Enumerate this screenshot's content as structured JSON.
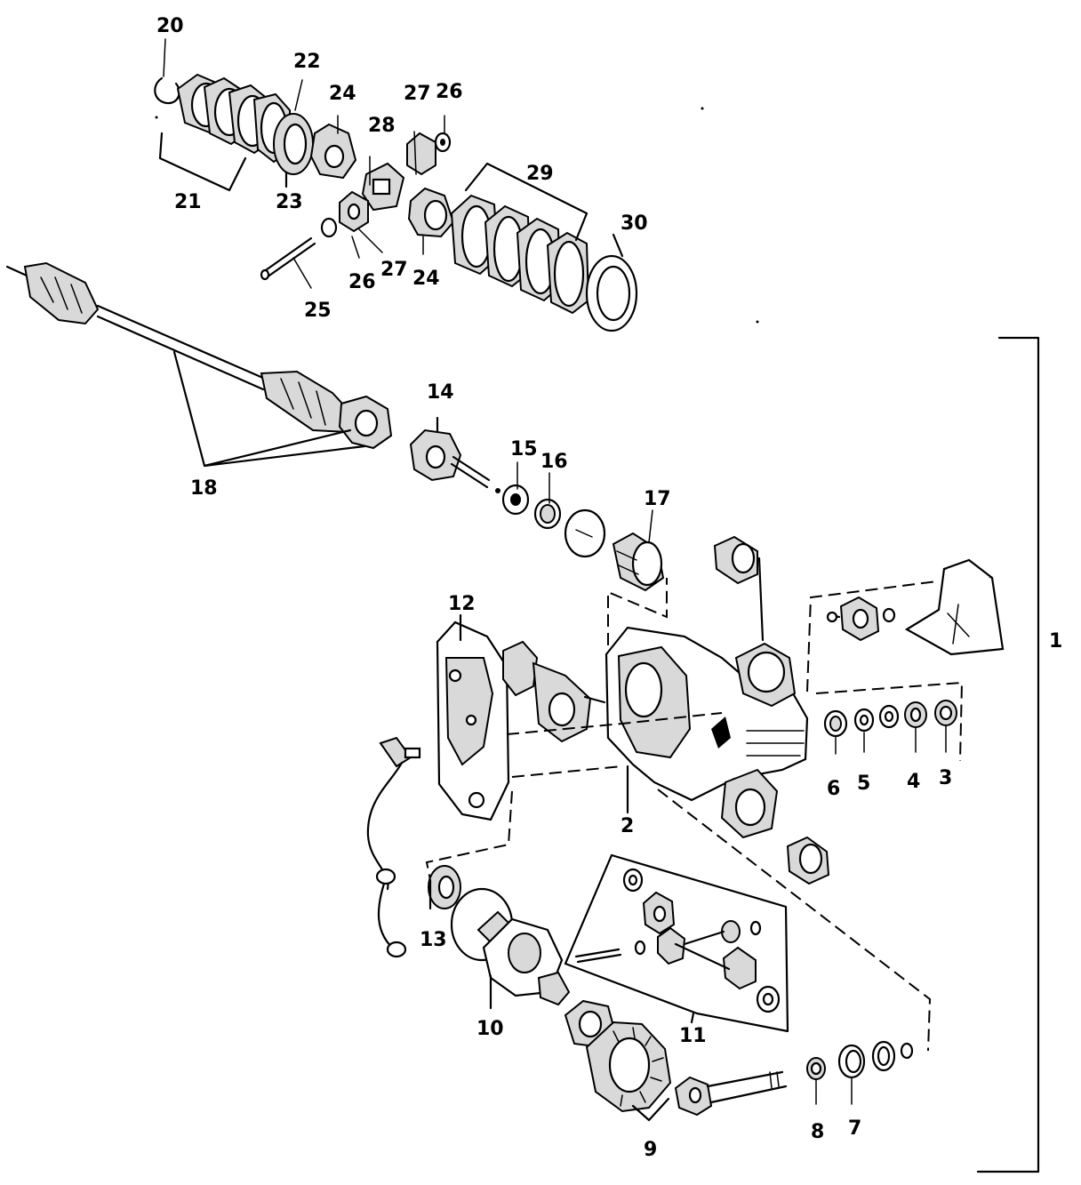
{
  "diagram": {
    "callouts": {
      "c1": "1",
      "c2": "2",
      "c3": "3",
      "c4": "4",
      "c5": "5",
      "c6": "6",
      "c7": "7",
      "c8": "8",
      "c9": "9",
      "c10": "10",
      "c11": "11",
      "c12": "12",
      "c13": "13",
      "c14": "14",
      "c15": "15",
      "c16": "16",
      "c17": "17",
      "c18": "18",
      "c20": "20",
      "c21": "21",
      "c22": "22",
      "c23": "23",
      "c24a": "24",
      "c24b": "24",
      "c25": "25",
      "c26a": "26",
      "c26b": "26",
      "c27a": "27",
      "c27b": "27",
      "c28": "28",
      "c29": "29",
      "c30": "30"
    }
  }
}
